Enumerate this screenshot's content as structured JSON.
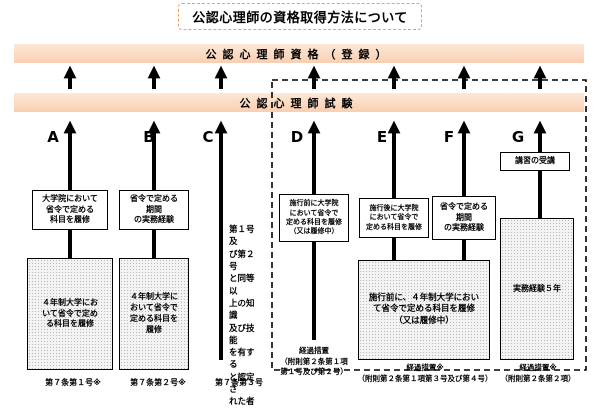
{
  "title": "公認心理師の資格取得方法について",
  "band_qualification": "公認心理師資格（登録）",
  "band_exam": "公認心理師試験",
  "routes": {
    "A": {
      "letter": "A",
      "upper": "大学院において\n省令で定める\n科目を履修",
      "lower": "４年制大学にお\nいて省令で定め\nる科目を履修",
      "footer": "第７条第１号※"
    },
    "B": {
      "letter": "B",
      "upper": "省令で定める\n期間\nの実務経験",
      "lower": "４年制大学に\nおいて省令で\n定める科目を\n履修",
      "footer": "第７条第２号※"
    },
    "C": {
      "letter": "C",
      "text": "第１号及\nび第２号\nと同等以\n上の知識\n及び技能\nを有する\nと認定さ\nれた者",
      "footer": "第７条第３号"
    },
    "D": {
      "letter": "D",
      "upper": "施行前に大学院\nにおいて省令で\n定める科目を履修\n（又は履修中）",
      "footer": "経過措置\n（附則第２条第１項\n第１号及び第２号）"
    },
    "E": {
      "letter": "E",
      "upper": "施行後に大学院\nにおいて省令で\n定める科目を履修"
    },
    "F": {
      "letter": "F",
      "upper": "省令で定める\n期間\nの実務経験"
    },
    "EF": {
      "lower": "施行前に、４年制大学におい\nて省令で定める科目を履修\n（又は履修中）",
      "footer": "経過措置※\n（附則第２条第１項第３号及び第４号）"
    },
    "G": {
      "letter": "G",
      "training": "講習の受講",
      "lower": "実務経験５年",
      "footer": "経過措置※\n（附則第２条第２項）"
    }
  }
}
